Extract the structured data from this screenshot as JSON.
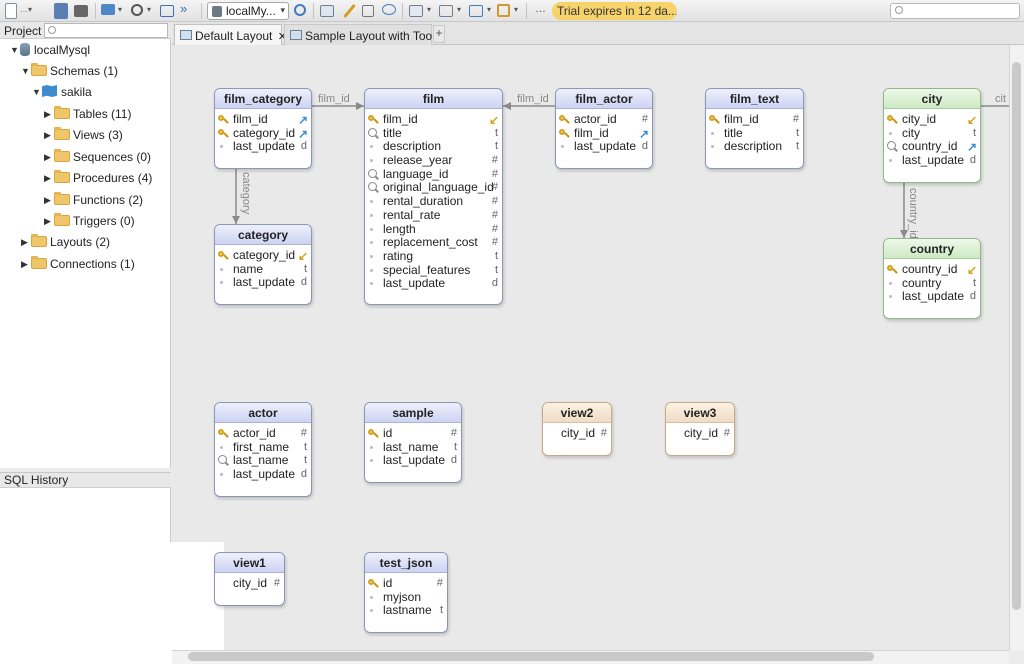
{
  "toolbar": {
    "connection": "localMy...",
    "trial_notice": "Trial expires in 12 da..."
  },
  "project": {
    "title": "Project",
    "tree": [
      {
        "label": "localMysql",
        "icon": "database-icon",
        "expanded": true
      },
      {
        "label": "Schemas (1)",
        "icon": "folder-icon",
        "expanded": true
      },
      {
        "label": "sakila",
        "icon": "schema-icon",
        "expanded": true
      },
      {
        "label": "Tables (11)",
        "icon": "folder-icon",
        "expanded": false
      },
      {
        "label": "Views (3)",
        "icon": "folder-icon",
        "expanded": false
      },
      {
        "label": "Sequences (0)",
        "icon": "folder-icon",
        "expanded": false
      },
      {
        "label": "Procedures (4)",
        "icon": "folder-icon",
        "expanded": false
      },
      {
        "label": "Functions (2)",
        "icon": "folder-icon",
        "expanded": false
      },
      {
        "label": "Triggers (0)",
        "icon": "folder-icon",
        "expanded": false
      },
      {
        "label": "Layouts (2)",
        "icon": "folder-icon",
        "expanded": false
      },
      {
        "label": "Connections (1)",
        "icon": "folder-icon",
        "expanded": false
      }
    ]
  },
  "sql_history": {
    "title": "SQL History"
  },
  "tabs": [
    {
      "label": "Default Layout",
      "active": true,
      "closable": true
    },
    {
      "label": "Sample Layout with Tools",
      "active": false,
      "closable": false
    }
  ],
  "tab_close_glyph": "✕",
  "tab_add_glyph": "+",
  "relations": {
    "film_id_1": "film_id",
    "film_id_2": "film_id",
    "category": "category",
    "country_id": "country_id",
    "city_cut": "cit"
  },
  "entities": {
    "film_category": {
      "title": "film_category",
      "fields": [
        {
          "name": "film_id",
          "type": "",
          "icon": "key",
          "fk": "blue"
        },
        {
          "name": "category_id",
          "type": "",
          "icon": "key",
          "fk": "blue"
        },
        {
          "name": "last_update",
          "type": "d",
          "icon": "dot"
        }
      ]
    },
    "film": {
      "title": "film",
      "fields": [
        {
          "name": "film_id",
          "type": "",
          "icon": "key",
          "fk": "gold"
        },
        {
          "name": "title",
          "type": "t",
          "icon": "idx"
        },
        {
          "name": "description",
          "type": "t",
          "icon": "dot"
        },
        {
          "name": "release_year",
          "type": "#",
          "icon": "dot"
        },
        {
          "name": "language_id",
          "type": "#",
          "icon": "idx"
        },
        {
          "name": "original_language_id",
          "type": "#",
          "icon": "idx"
        },
        {
          "name": "rental_duration",
          "type": "#",
          "icon": "dot"
        },
        {
          "name": "rental_rate",
          "type": "#",
          "icon": "dot"
        },
        {
          "name": "length",
          "type": "#",
          "icon": "dot"
        },
        {
          "name": "replacement_cost",
          "type": "#",
          "icon": "dot"
        },
        {
          "name": "rating",
          "type": "t",
          "icon": "dot"
        },
        {
          "name": "special_features",
          "type": "t",
          "icon": "dot"
        },
        {
          "name": "last_update",
          "type": "d",
          "icon": "dot"
        }
      ]
    },
    "film_actor": {
      "title": "film_actor",
      "fields": [
        {
          "name": "actor_id",
          "type": "#",
          "icon": "key"
        },
        {
          "name": "film_id",
          "type": "",
          "icon": "key",
          "fk": "blue"
        },
        {
          "name": "last_update",
          "type": "d",
          "icon": "dot"
        }
      ]
    },
    "film_text": {
      "title": "film_text",
      "fields": [
        {
          "name": "film_id",
          "type": "#",
          "icon": "key"
        },
        {
          "name": "title",
          "type": "t",
          "icon": "dot"
        },
        {
          "name": "description",
          "type": "t",
          "icon": "dot"
        }
      ]
    },
    "city": {
      "title": "city",
      "fields": [
        {
          "name": "city_id",
          "type": "",
          "icon": "key",
          "fk": "gold"
        },
        {
          "name": "city",
          "type": "t",
          "icon": "dot"
        },
        {
          "name": "country_id",
          "type": "",
          "icon": "idx",
          "fk": "blue"
        },
        {
          "name": "last_update",
          "type": "d",
          "icon": "dot"
        }
      ]
    },
    "category": {
      "title": "category",
      "fields": [
        {
          "name": "category_id",
          "type": "",
          "icon": "key",
          "fk": "gold"
        },
        {
          "name": "name",
          "type": "t",
          "icon": "dot"
        },
        {
          "name": "last_update",
          "type": "d",
          "icon": "dot"
        }
      ]
    },
    "country": {
      "title": "country",
      "fields": [
        {
          "name": "country_id",
          "type": "",
          "icon": "key",
          "fk": "gold"
        },
        {
          "name": "country",
          "type": "t",
          "icon": "dot"
        },
        {
          "name": "last_update",
          "type": "d",
          "icon": "dot"
        }
      ]
    },
    "actor": {
      "title": "actor",
      "fields": [
        {
          "name": "actor_id",
          "type": "#",
          "icon": "key"
        },
        {
          "name": "first_name",
          "type": "t",
          "icon": "dot"
        },
        {
          "name": "last_name",
          "type": "t",
          "icon": "idx"
        },
        {
          "name": "last_update",
          "type": "d",
          "icon": "dot"
        }
      ]
    },
    "sample": {
      "title": "sample",
      "fields": [
        {
          "name": "id",
          "type": "#",
          "icon": "key"
        },
        {
          "name": "last_name",
          "type": "t",
          "icon": "dot"
        },
        {
          "name": "last_update",
          "type": "d",
          "icon": "dot"
        }
      ]
    },
    "view2": {
      "title": "view2",
      "fields": [
        {
          "name": "city_id",
          "type": "#",
          "icon": "none"
        }
      ]
    },
    "view3": {
      "title": "view3",
      "fields": [
        {
          "name": "city_id",
          "type": "#",
          "icon": "none"
        }
      ]
    },
    "view1": {
      "title": "view1",
      "fields": [
        {
          "name": "city_id",
          "type": "#",
          "icon": "none"
        }
      ]
    },
    "test_json": {
      "title": "test_json",
      "fields": [
        {
          "name": "id",
          "type": "#",
          "icon": "key"
        },
        {
          "name": "myjson",
          "type": "",
          "icon": "dot"
        },
        {
          "name": "lastname",
          "type": "t",
          "icon": "dot"
        }
      ]
    }
  },
  "colors": {
    "table_header": "#cdd3f3",
    "green_header": "#cdeac3",
    "view_header": "#efdcc4",
    "trial_badge": "#f7d36b"
  }
}
